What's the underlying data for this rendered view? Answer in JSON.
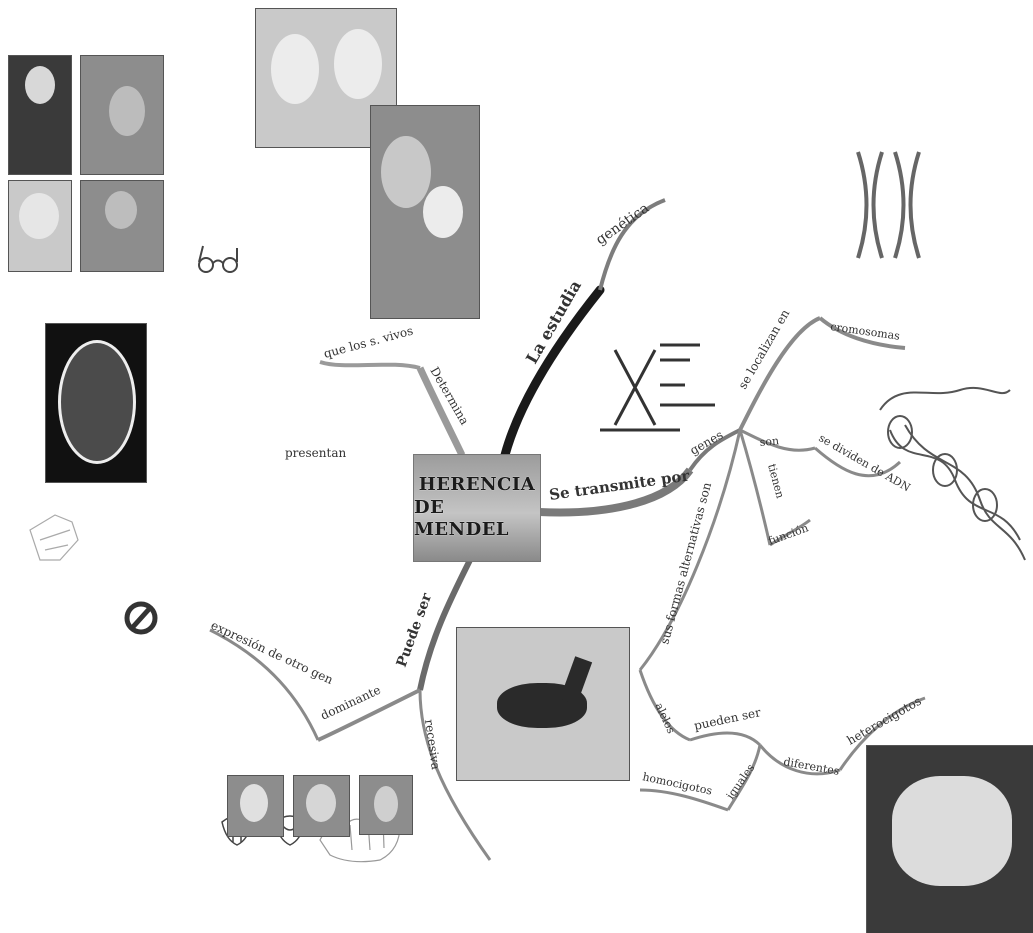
{
  "central_topic": {
    "line1": "HERENCIA",
    "line2": "DE MENDEL"
  },
  "branches": {
    "la_estudia": "La estudia",
    "genetica": "genética",
    "se_transmite_por": "Se transmite por",
    "genes": "genes",
    "se_localizan_en": "se localizan en",
    "cromosomas": "cromosomas",
    "son": "son",
    "se_dividen_de_adn": "se dividen de ADN",
    "tienen": "tienen",
    "funcion": "función",
    "sus_formas_alternativas_son": "sus formas alternativas son",
    "alelos": "alelos",
    "pueden_ser": "pueden ser",
    "iguales": "iguales",
    "homocigotos": "homocigotos",
    "diferentes": "diferentes",
    "heterocigotos": "heterocigotos",
    "determina": "Determina",
    "que_los_s_vivos": "que los s. vivos",
    "presentan": "presentan",
    "puede_ser": "Puede ser",
    "dominante": "dominante",
    "expresion_de_otro_gen": "expresión de otro gen",
    "recesiva": "recesiva"
  },
  "icons": [
    "glasses-icon",
    "prohibited-icon",
    "tongue-roll-icon",
    "tongue-fold-icon",
    "hand-icon",
    "dna-helix-icon",
    "chromosome-icon"
  ],
  "colors": {
    "branch_dark": "#1a1a1a",
    "branch_gray": "#8a8a8a",
    "center_bg": "#b0b0b0"
  }
}
